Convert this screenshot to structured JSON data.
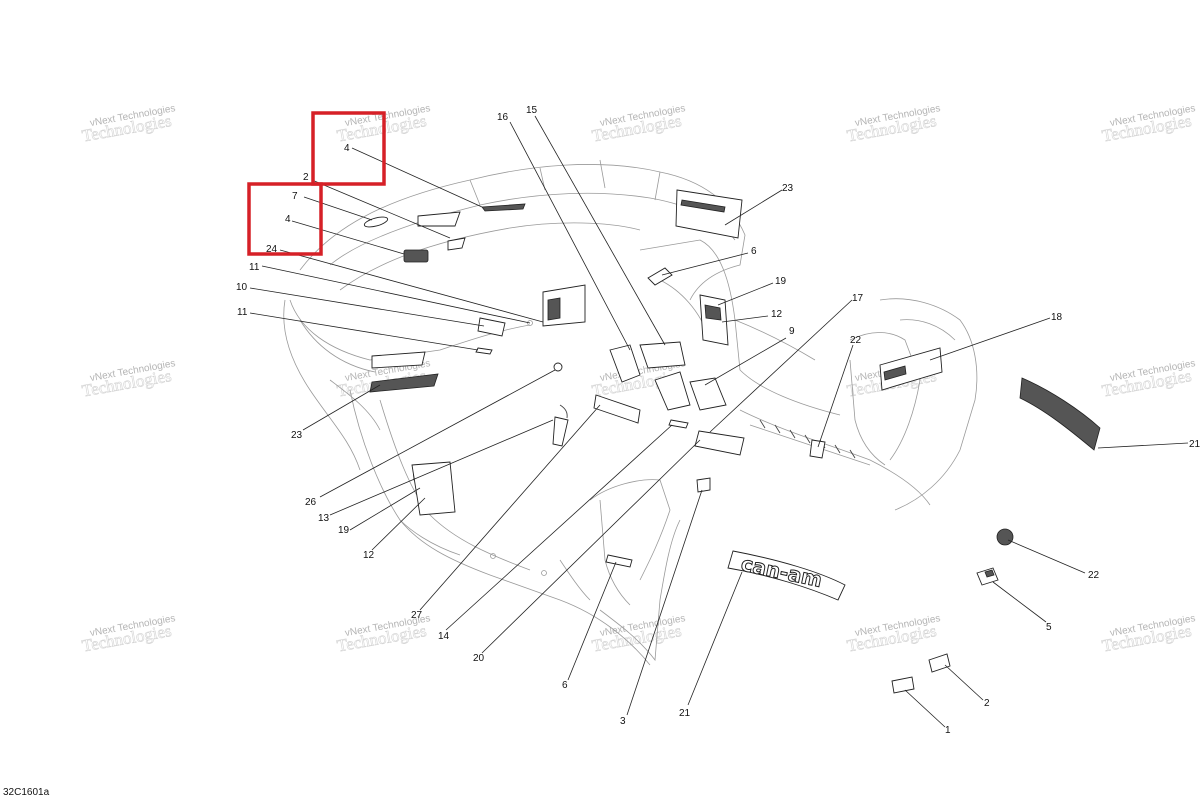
{
  "diagram": {
    "code": "32C1601a",
    "highlight_color": "#d62027",
    "watermark": {
      "line1": "vNext Technologies",
      "line2": "Technologies"
    },
    "brand_decal_text": "can-am",
    "callouts": {
      "c1": "1",
      "c2a": "2",
      "c2b": "2",
      "c3": "3",
      "c4a": "4",
      "c4b": "4",
      "c5": "5",
      "c6a": "6",
      "c6b": "6",
      "c7": "7",
      "c9": "9",
      "c10": "10",
      "c11a": "11",
      "c11b": "11",
      "c12a": "12",
      "c12b": "12",
      "c13": "13",
      "c14": "14",
      "c15": "15",
      "c16": "16",
      "c17": "17",
      "c18": "18",
      "c19a": "19",
      "c19b": "19",
      "c20": "20",
      "c21a": "21",
      "c21b": "21",
      "c22a": "22",
      "c22b": "22",
      "c23a": "23",
      "c23b": "23",
      "c24": "24",
      "c26": "26",
      "c27": "27"
    }
  }
}
